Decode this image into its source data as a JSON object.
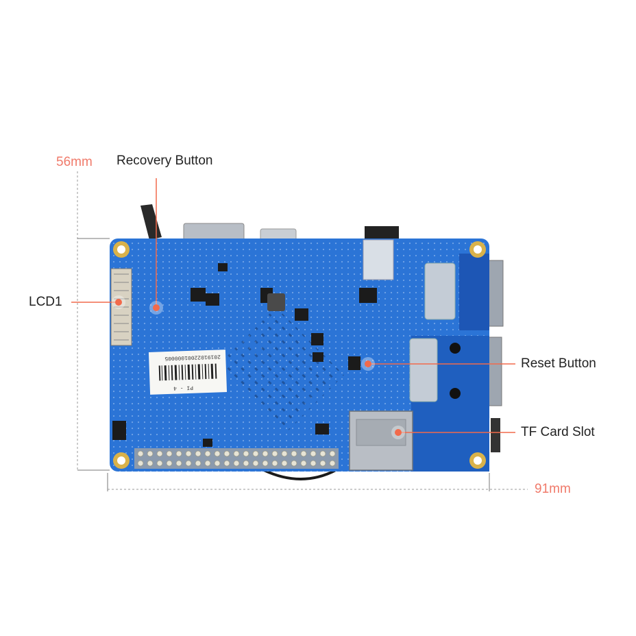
{
  "dimensions": {
    "height": "56mm",
    "width": "91mm"
  },
  "callouts": {
    "recovery": "Recovery Button",
    "lcd": "LCD1",
    "reset": "Reset Button",
    "tf": "TF Card Slot"
  },
  "board": {
    "sticker_serial": "20191022001000005",
    "sticker_model": "PI - 4"
  },
  "colors": {
    "board": "#2b74d6",
    "board_dark": "#1f5fbf",
    "accent": "#f26a4b",
    "dimension": "#f07a6a",
    "gold": "#d9b24a"
  }
}
